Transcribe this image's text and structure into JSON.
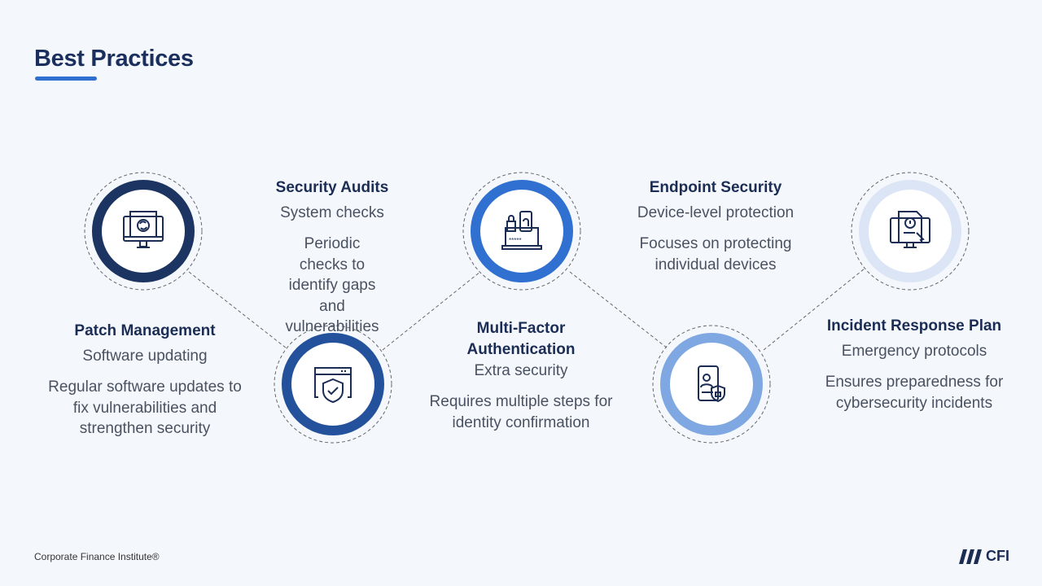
{
  "header": {
    "title": "Best Practices"
  },
  "items": [
    {
      "title": "Patch Management",
      "subtitle": "Software updating",
      "description": "Regular software updates to fix vulnerabilities and strengthen security",
      "icon": "monitor-refresh-icon",
      "color": "#1b3461"
    },
    {
      "title": "Security Audits",
      "subtitle": "System checks",
      "description": "Periodic checks to identify gaps and vulnerabilities",
      "icon": "browser-shield-icon",
      "color": "#24519b"
    },
    {
      "title": "Multi-Factor Authentication",
      "subtitle": "Extra security",
      "description": "Requires multiple steps for identity confirmation",
      "icon": "laptop-lock-fingerprint-icon",
      "color": "#2f70d1"
    },
    {
      "title": "Endpoint Security",
      "subtitle": "Device-level protection",
      "description": "Focuses on protecting individual devices",
      "icon": "phone-user-lock-icon",
      "color": "#7fa7e1"
    },
    {
      "title": "Incident Response Plan",
      "subtitle": "Emergency protocols",
      "description": "Ensures preparedness for cybersecurity incidents",
      "icon": "monitor-alert-icon",
      "color": "#dbe5f5"
    }
  ],
  "footer": {
    "company": "Corporate Finance Institute®",
    "logo": "CFI"
  }
}
